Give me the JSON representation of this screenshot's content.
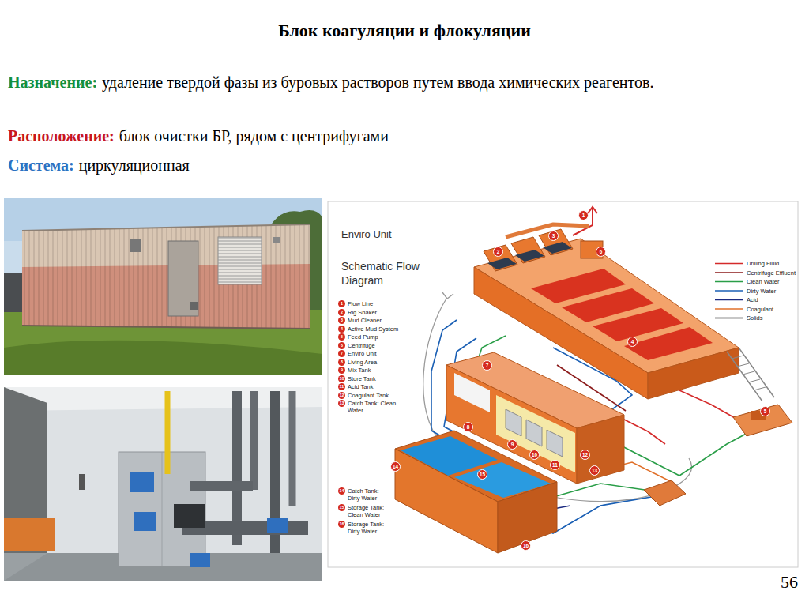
{
  "diagram": {
    "title": "Блок коагуляции и флокуляции",
    "labels": [
      "Назначение:",
      "удаление твердой фазы из буровых растворов путем ввода химических реагентов.",
      "Расположение:",
      "блок очистки БР, рядом с центрифугами",
      "Система:",
      "циркуляционная",
      "Enviro Unit",
      "Schematic Flow Diagram",
      "1",
      "Flow Line",
      "2",
      "Rig Shaker",
      "3",
      "Mud Cleaner",
      "4",
      "Active Mud System",
      "5",
      "Feed Pump",
      "6",
      "Centrifuge",
      "7",
      "Enviro Unit",
      "8",
      "Living Area",
      "9",
      "Mix Tank",
      "10",
      "Store Tank",
      "11",
      "Acid Tank",
      "12",
      "Coagulant Tank",
      "13",
      "Catch Tank: Clean Water",
      "14",
      "Catch Tank: Dirty Water",
      "15",
      "Storage Tank: Clean Water",
      "16",
      "Storage Tank: Dirty Water",
      "1",
      "2",
      "3",
      "4",
      "5",
      "6",
      "7",
      "8",
      "9",
      "10",
      "11",
      "12",
      "13",
      "14",
      "15",
      "16",
      "56"
    ],
    "legend": [
      {
        "text": "Drilling Fluid"
      },
      {
        "text": "Centrifuge Effluent"
      },
      {
        "text": "Clean Water"
      },
      {
        "text": "Dirty Water"
      },
      {
        "text": "Acid"
      },
      {
        "text": "Coagulant"
      },
      {
        "text": "Solids"
      }
    ]
  }
}
